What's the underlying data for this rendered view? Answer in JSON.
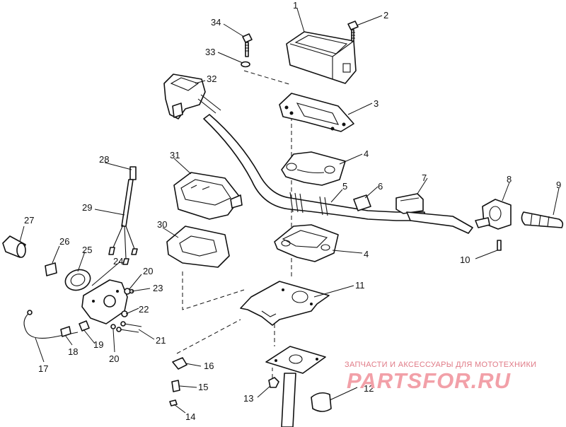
{
  "callouts": {
    "c1": "1",
    "c2": "2",
    "c3": "3",
    "c4a": "4",
    "c4b": "4",
    "c5": "5",
    "c6": "6",
    "c7": "7",
    "c8": "8",
    "c9": "9",
    "c10": "10",
    "c11": "11",
    "c12": "12",
    "c13": "13",
    "c14": "14",
    "c15": "15",
    "c16": "16",
    "c17": "17",
    "c18": "18",
    "c19": "19",
    "c20a": "20",
    "c20b": "20",
    "c21": "21",
    "c22": "22",
    "c23": "23",
    "c24": "24",
    "c25": "25",
    "c26": "26",
    "c27": "27",
    "c28": "28",
    "c29": "29",
    "c30": "30",
    "c31": "31",
    "c32": "32",
    "c33": "33",
    "c34": "34"
  },
  "watermark": {
    "caption": "ЗАПЧАСТИ И АКСЕССУАРЫ ДЛЯ МОТОТЕХНИКИ",
    "brand": "PARTSFOR.RU",
    "caption_color": "#e07a86",
    "brand_color": "#f2a0a8"
  }
}
